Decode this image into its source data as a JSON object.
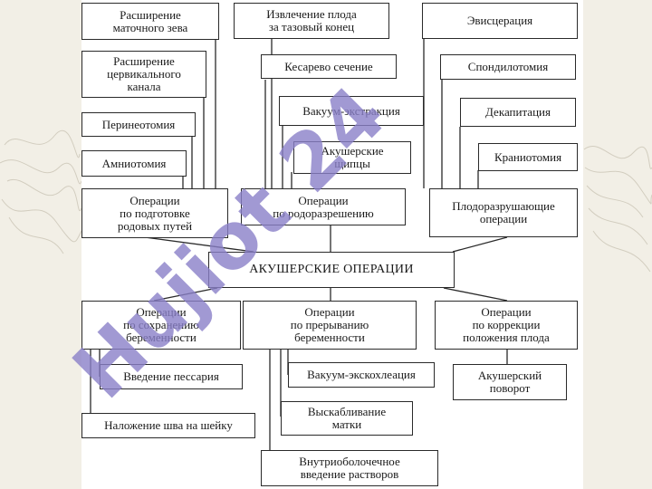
{
  "diagram": {
    "central": "АКУШЕРСКИЕ ОПЕРАЦИИ",
    "top": {
      "prep": {
        "label": "Операции\nпо подготовке\nродовых путей",
        "items": [
          "Расширение\nматочного зева",
          "Расширение\nцервикального\nканала",
          "Перинеотомия",
          "Амниотомия"
        ]
      },
      "delivery": {
        "label": "Операции\nпо родоразрешению",
        "items": [
          "Извлечение плода\nза тазовый конец",
          "Кесарево сечение",
          "Вакуум-экстракция",
          "Акушерские\nщипцы"
        ]
      },
      "destructive": {
        "label": "Плодоразрушающие\nоперации",
        "items": [
          "Эвисцерация",
          "Спондилотомия",
          "Декапитация",
          "Краниотомия"
        ]
      }
    },
    "bottom": {
      "preserve": {
        "label": "Операции\nпо сохранению\nбеременности",
        "items": [
          "Введение пессария",
          "Наложение шва на шейку"
        ]
      },
      "terminate": {
        "label": "Операции\nпо прерыванию\nбеременности",
        "items": [
          "Вакуум-экскохлеация",
          "Выскабливание\nматки",
          "Внутриоболочечное\nвведение растворов"
        ]
      },
      "correct": {
        "label": "Операции\nпо коррекции\nположения плода",
        "items": [
          "Акушерский\nповорот"
        ]
      }
    }
  },
  "watermark": {
    "text": "Hujiot 24",
    "color": "#8a7fc8"
  },
  "colors": {
    "slide_bg": "#ffffff",
    "page_bg": "#f2efe6",
    "line": "#2a2a2a"
  }
}
